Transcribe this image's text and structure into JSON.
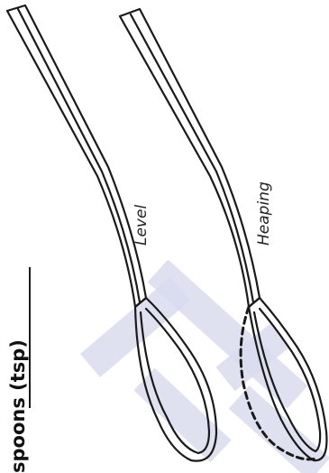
{
  "heading": "spoons (tsp)",
  "spoons": [
    {
      "id": "level",
      "label": "Level"
    },
    {
      "id": "heaping",
      "label": "Heaping"
    }
  ],
  "colors": {
    "ink": "#1a1a1a",
    "watermark": "#d9dcee",
    "background": "#ffffff"
  }
}
